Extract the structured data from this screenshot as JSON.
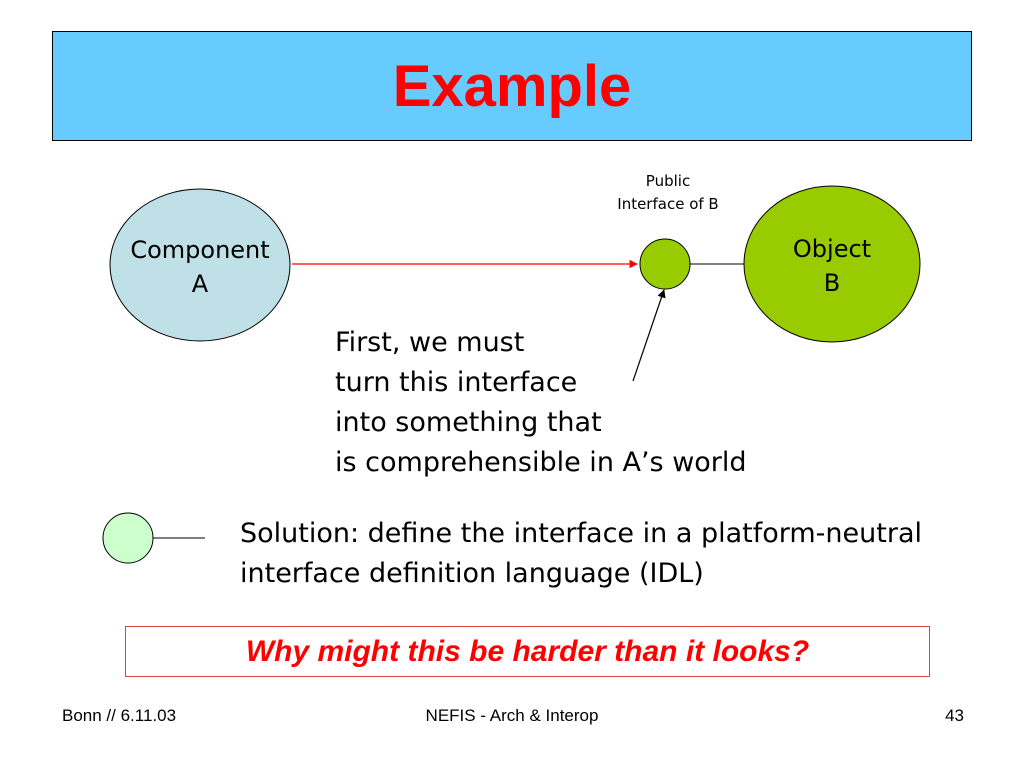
{
  "slide": {
    "title": "Example",
    "diagram": {
      "component_a": {
        "line1": "Component",
        "line2": "A"
      },
      "object_b": {
        "line1": "Object",
        "line2": "B"
      },
      "interface_label": {
        "line1": "Public",
        "line2": "Interface of B"
      }
    },
    "caption": [
      "First, we must",
      "turn this interface",
      "into something that",
      "is comprehensible in A’s world"
    ],
    "solution": [
      "Solution: define the interface in a platform-neutral",
      "interface definition language (IDL)"
    ],
    "question": "Why might this be harder than it looks?"
  },
  "footer": {
    "left": "Bonn // 6.11.03",
    "center": "NEFIS - Arch & Interop",
    "right": "43"
  },
  "colors": {
    "title_bg": "#66ccff",
    "title_text": "#ff0000",
    "component_fill": "#bfe0e6",
    "object_fill": "#99cc00",
    "interface_fill": "#99cc00",
    "idl_fill": "#ccffcc",
    "arrow": "#ff0000",
    "question_text": "#ff0000"
  }
}
